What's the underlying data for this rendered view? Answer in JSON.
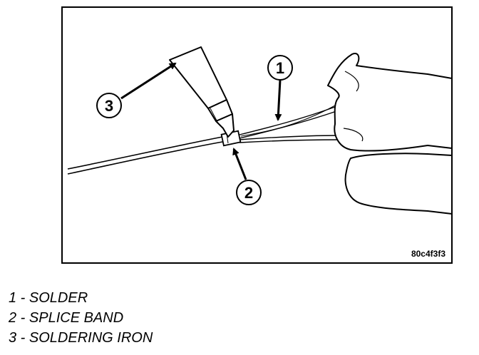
{
  "figure": {
    "code": "80c4f3f3",
    "callouts": [
      {
        "number": "1",
        "label": "SOLDER"
      },
      {
        "number": "2",
        "label": "SPLICE BAND"
      },
      {
        "number": "3",
        "label": "SOLDERING IRON"
      }
    ]
  },
  "legend": [
    {
      "text": "1 - SOLDER"
    },
    {
      "text": "2 - SPLICE BAND"
    },
    {
      "text": "3 - SOLDERING IRON"
    }
  ]
}
